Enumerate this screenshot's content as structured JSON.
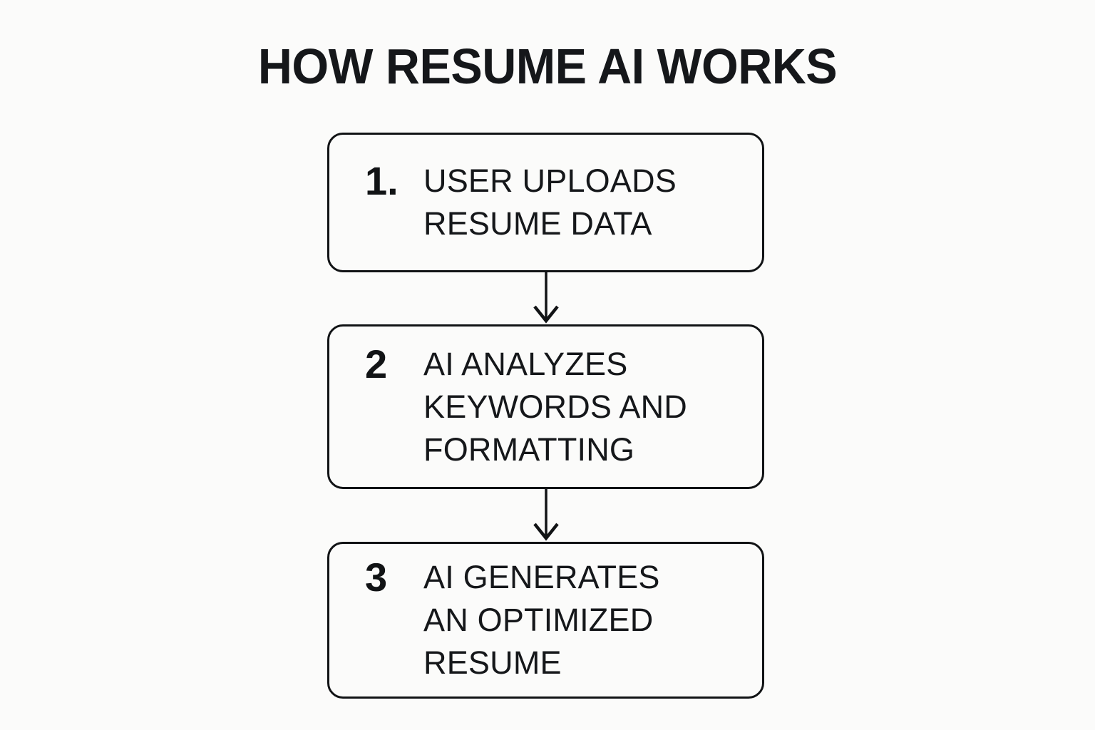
{
  "page": {
    "title": "HOW RESUME AI WORKS",
    "background_color": "#fbfbfa",
    "ink_color": "#15171a",
    "border_color": "#111315"
  },
  "diagram": {
    "type": "vertical-flowchart",
    "orientation": "top-to-bottom",
    "step_count": 3,
    "steps": [
      {
        "number": "1.",
        "text": "USER UPLOADS\nRESUME DATA",
        "lines": [
          "USER UPLOADS",
          "RESUME DATA"
        ]
      },
      {
        "number": "2",
        "text": "AI ANALYZES\nKEYWORDS AND\nFORMATTING",
        "lines": [
          "AI ANALYZES",
          "KEYWORDS AND",
          "FORMATTING"
        ]
      },
      {
        "number": "3",
        "text": "AI GENERATES\nAN OPTIMIZED\nRESUME",
        "lines": [
          "AI GENERATES",
          "AN OPTIMIZED",
          "RESUME"
        ]
      }
    ],
    "connectors": [
      {
        "from": "1",
        "to": "2",
        "style": "down-arrow"
      },
      {
        "from": "2",
        "to": "3",
        "style": "down-arrow"
      }
    ]
  }
}
